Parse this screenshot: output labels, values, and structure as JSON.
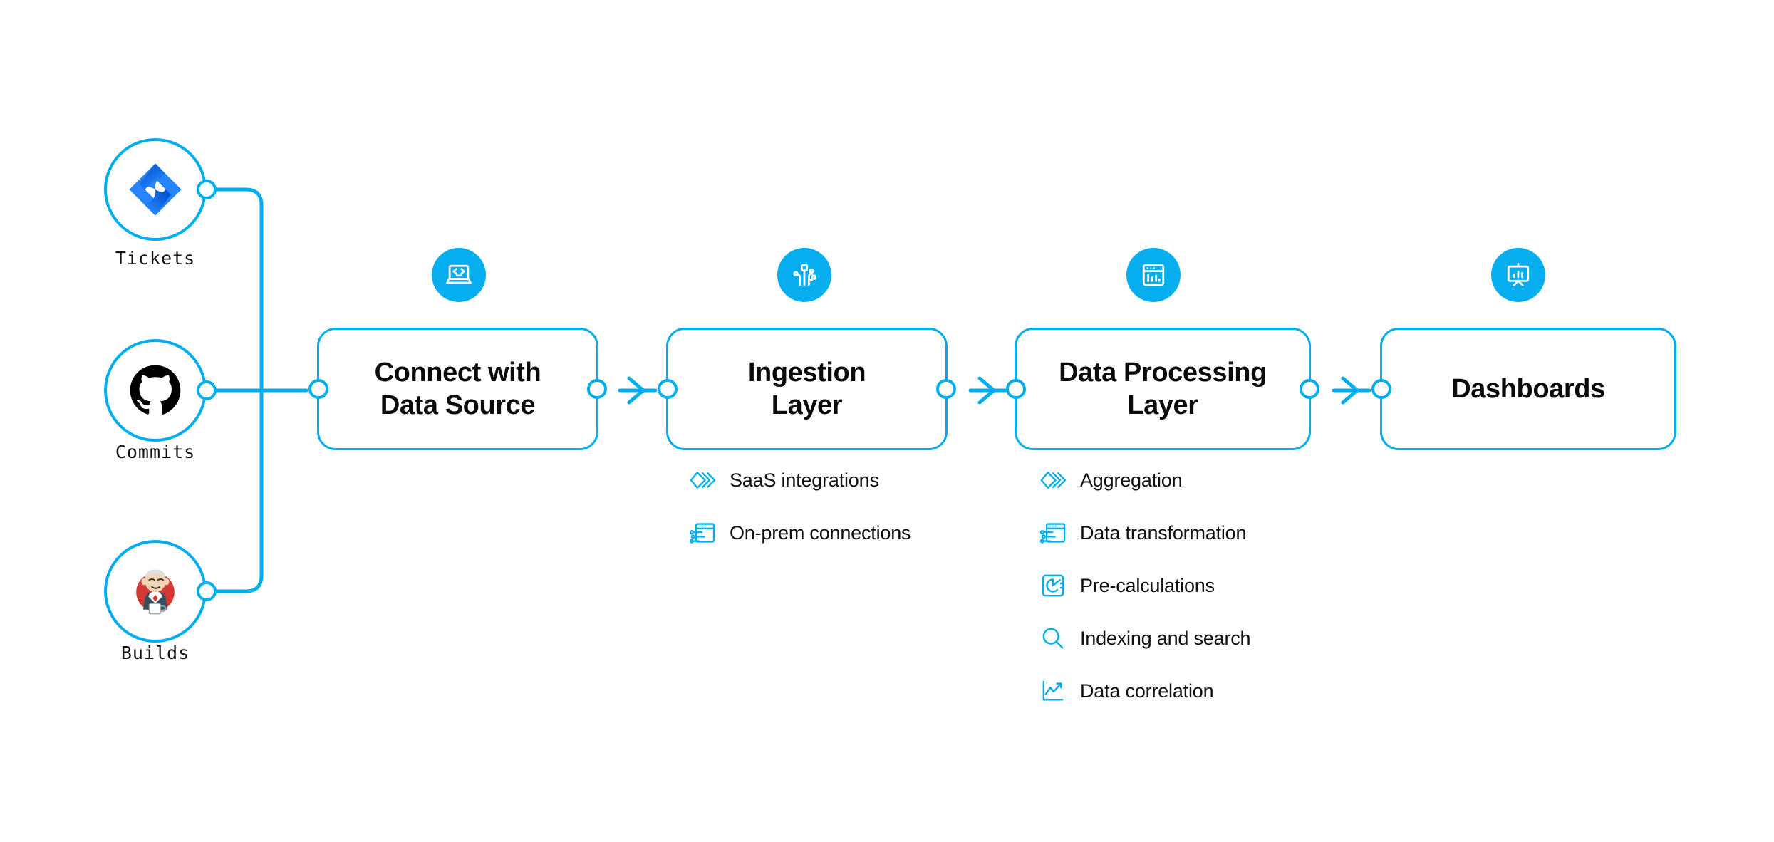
{
  "theme": {
    "accent": "#00AEEF",
    "badge_fill": "#06ADEF",
    "text": "#111111",
    "background": "#FFFFFF",
    "jira_blue": "#2684FF",
    "jira_blue_dark": "#0052CC",
    "jenkins_red": "#D33833",
    "github_black": "#000000"
  },
  "sources": [
    {
      "id": "tickets",
      "label": "Tickets",
      "icon": "jira-icon"
    },
    {
      "id": "commits",
      "label": "Commits",
      "icon": "github-icon"
    },
    {
      "id": "builds",
      "label": "Builds",
      "icon": "jenkins-icon"
    }
  ],
  "stages": [
    {
      "id": "connect",
      "title": "Connect with\nData Source",
      "title_lines": [
        "Connect with",
        "Data Source"
      ],
      "badge_icon": "laptop-code-icon",
      "features": []
    },
    {
      "id": "ingestion",
      "title": "Ingestion\nLayer",
      "title_lines": [
        "Ingestion",
        "Layer"
      ],
      "badge_icon": "circuit-nodes-icon",
      "features": [
        {
          "label": "SaaS integrations",
          "icon": "chevrons-stack-icon"
        },
        {
          "label": "On-prem connections",
          "icon": "server-window-icon"
        }
      ]
    },
    {
      "id": "processing",
      "title": "Data Processing\nLayer",
      "title_lines": [
        "Data Processing",
        "Layer"
      ],
      "badge_icon": "window-barchart-icon",
      "features": [
        {
          "label": "Aggregation",
          "icon": "chevrons-stack-icon"
        },
        {
          "label": "Data transformation",
          "icon": "server-window-icon"
        },
        {
          "label": "Pre-calculations",
          "icon": "gauge-square-icon"
        },
        {
          "label": "Indexing and search",
          "icon": "magnifier-icon"
        },
        {
          "label": "Data correlation",
          "icon": "line-chart-icon"
        }
      ]
    },
    {
      "id": "dashboards",
      "title": "Dashboards",
      "title_lines": [
        "Dashboards"
      ],
      "badge_icon": "presentation-chart-icon",
      "features": []
    }
  ],
  "connectors": [
    {
      "from": "tickets",
      "to": "bus",
      "type": "elbow"
    },
    {
      "from": "commits",
      "to": "connect",
      "type": "straight"
    },
    {
      "from": "builds",
      "to": "bus",
      "type": "elbow"
    },
    {
      "from": "connect",
      "to": "ingestion",
      "type": "arrow"
    },
    {
      "from": "ingestion",
      "to": "processing",
      "type": "arrow"
    },
    {
      "from": "processing",
      "to": "dashboards",
      "type": "arrow"
    }
  ]
}
